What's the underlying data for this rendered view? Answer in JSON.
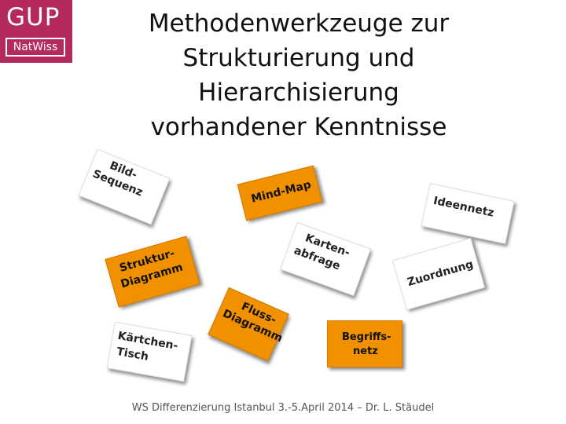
{
  "logo": {
    "top": "GUP",
    "bottom": "NatWiss"
  },
  "title": {
    "lines": [
      "Methodenwerkzeuge zur",
      "Strukturierung und",
      "Hierarchisierung",
      "vorhandener Kenntnisse"
    ]
  },
  "cards": {
    "bild_sequenz": {
      "line1": "Bild-",
      "line2": "Sequenz"
    },
    "mind_map": {
      "line1": "Mind-Map"
    },
    "ideennetz": {
      "line1": "Ideennetz"
    },
    "struktur_diagramm": {
      "line1": "Struktur-",
      "line2": "Diagramm"
    },
    "karten_abfrage": {
      "line1": "Karten-",
      "line2": "abfrage"
    },
    "zuordnung": {
      "line1": "Zuordnung"
    },
    "fluss_diagramm": {
      "line1": "Fluss-",
      "line2": "Diagramm"
    },
    "kaertchen_tisch": {
      "line1": "Kärtchen-",
      "line2": "Tisch"
    },
    "begriffsnetz": {
      "line1": "Begriffs-",
      "line2": "netz"
    }
  },
  "colors": {
    "logo": "#b4295e",
    "accent_card": "#f29100"
  },
  "footer": {
    "text": "WS Differenzierung Istanbul 3.-5.April 2014 – Dr. L. Stäudel"
  }
}
